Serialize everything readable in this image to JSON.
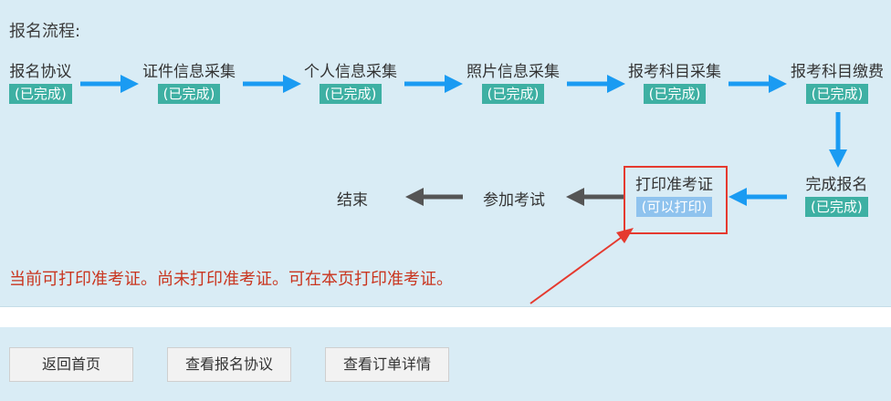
{
  "process": {
    "title": "报名流程:",
    "steps_row1": [
      {
        "label": "报名协议",
        "status": "(已完成)"
      },
      {
        "label": "证件信息采集",
        "status": "(已完成)"
      },
      {
        "label": "个人信息采集",
        "status": "(已完成)"
      },
      {
        "label": "照片信息采集",
        "status": "(已完成)"
      },
      {
        "label": "报考科目采集",
        "status": "(已完成)"
      },
      {
        "label": "报考科目缴费",
        "status": "(已完成)"
      }
    ],
    "step_complete": {
      "label": "完成报名",
      "status": "(已完成)"
    },
    "step_print": {
      "label": "打印准考证",
      "status": "(可以打印)"
    },
    "step_exam": {
      "label": "参加考试"
    },
    "step_end": {
      "label": "结束"
    }
  },
  "status_message": "当前可打印准考证。尚未打印准考证。可在本页打印准考证。",
  "buttons": {
    "home": "返回首页",
    "agreement": "查看报名协议",
    "order": "查看订单详情"
  },
  "colors": {
    "panel_bg": "#d9ecf5",
    "done_badge": "#3eb0a3",
    "print_badge": "#8fc3ee",
    "arrow_blue": "#1a9bf2",
    "arrow_gray": "#555555",
    "highlight_red": "#e53a2f"
  }
}
